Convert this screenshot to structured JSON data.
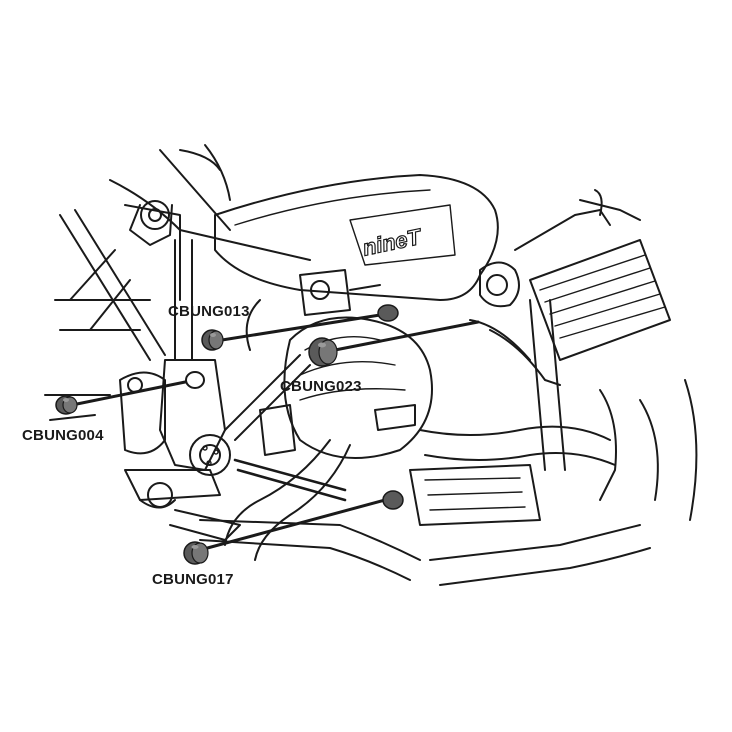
{
  "diagram": {
    "engine_badge": "nineT",
    "colors": {
      "ink": "#1a1a1a",
      "bung_fill": "#5a5a5a",
      "bung_highlight": "#9a9a9a",
      "background": "#ffffff"
    },
    "parts": [
      {
        "id": "cbung013",
        "label": "CBUNG013"
      },
      {
        "id": "cbung023",
        "label": "CBUNG023"
      },
      {
        "id": "cbung004",
        "label": "CBUNG004"
      },
      {
        "id": "cbung017",
        "label": "CBUNG017"
      }
    ]
  }
}
